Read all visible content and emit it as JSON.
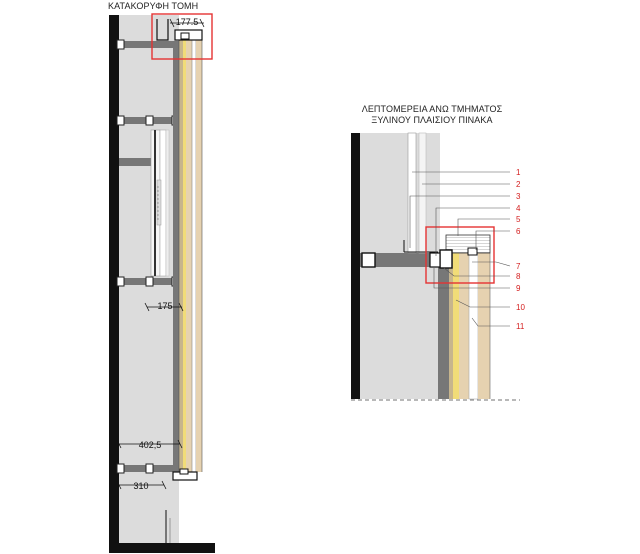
{
  "section_title": "ΚΑΤΑΚΟΡΥΦΗ ΤΟΜΗ",
  "detail_title_line1": "ΛΕΠΤΟΜΕΡΕΙΑ ΑΝΩ ΤΜΗΜΑΤΟΣ",
  "detail_title_line2": "ΞΥΛΙΝΟΥ ΠΛΑΙΣΙΟΥ ΠΙΝΑΚΑ",
  "dimensions": {
    "top": "177.5",
    "mid": "175",
    "lower_1": "402,5",
    "lower_2": "310"
  },
  "detail_labels": [
    "1",
    "2",
    "3",
    "4",
    "5",
    "6",
    "7",
    "8",
    "9",
    "10",
    "11"
  ],
  "colors": {
    "wall": "#dcdcdc",
    "structure": "#777777",
    "black": "#111111",
    "wood": "#e6d2b0",
    "veneer": "#f1dc78",
    "highlight": "#e53333",
    "label": "#d42020"
  }
}
